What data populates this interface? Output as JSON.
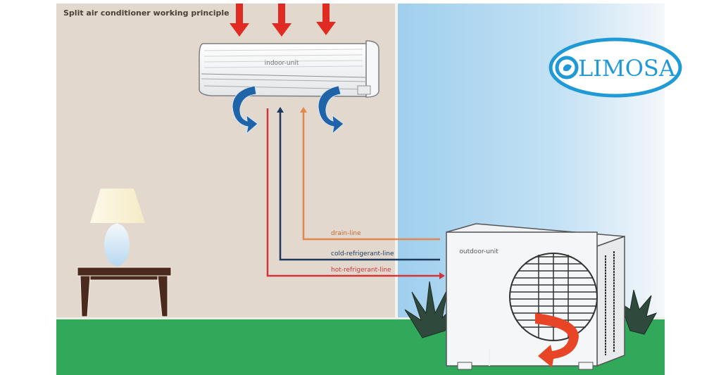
{
  "diagram": {
    "title": "Split air conditioner working principle",
    "colors": {
      "wall": "#e2d8ce",
      "sky_top": "#a7d4ef",
      "sky_bottom": "#eef4f8",
      "ground": "#31a85a",
      "hot_air": "#e12a22",
      "cool_air": "#1f63a8",
      "pipe_red": "#d2343a",
      "pipe_navy": "#1b3a5e",
      "pipe_orange": "#e2874d",
      "table": "#4b2a1d",
      "lamp_shade": "#fbf6df",
      "lamp_base": "#d6e8f6",
      "plant": "#2f4a3c"
    },
    "logo": {
      "text": "LIMOSA",
      "color": "#1f9ad6"
    },
    "indoor_unit": {
      "label": "indoor-unit"
    },
    "outdoor_unit": {
      "label": "outdoor-unit"
    },
    "pipes": [
      {
        "name": "hot-refrigerant-line",
        "color": "#d2343a"
      },
      {
        "name": "cold-refrigerant-line",
        "color": "#1b3a5e"
      },
      {
        "name": "drain-line",
        "color": "#e2874d"
      }
    ],
    "icons": [
      "hot-air-down-arrow-icon",
      "cool-air-curved-arrow-icon",
      "exhaust-curved-arrow-icon",
      "lamp-icon",
      "table-icon",
      "plant-icon",
      "wave-logo-icon"
    ]
  }
}
